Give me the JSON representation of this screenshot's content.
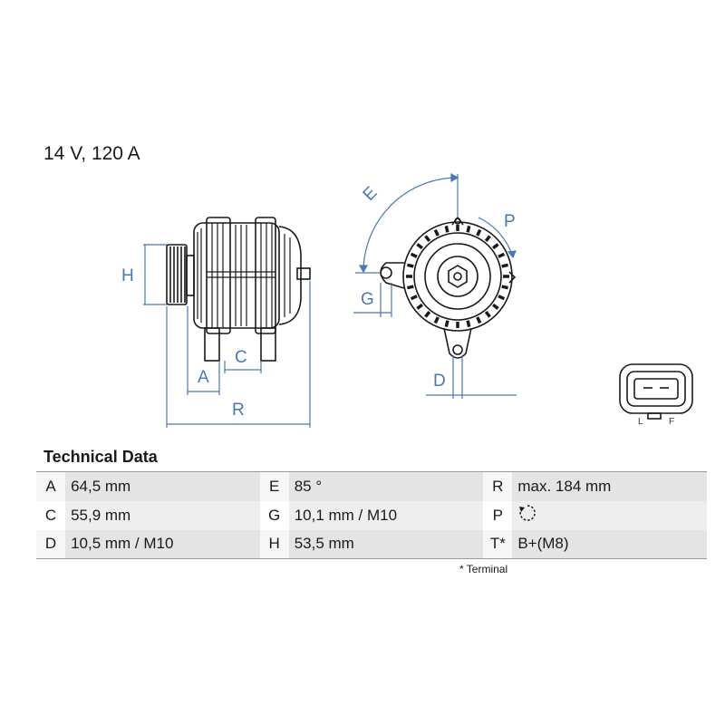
{
  "header": {
    "spec": "14 V, 120 A"
  },
  "drawing": {
    "side_view_labels": {
      "H": "H",
      "A": "A",
      "C": "C",
      "R": "R"
    },
    "front_view_labels": {
      "E": "E",
      "P": "P",
      "G": "G",
      "D": "D"
    },
    "connector_labels": {
      "L": "L",
      "F": "F"
    },
    "colors": {
      "dimension": "#4a78b4",
      "outline": "#1a1a1a"
    }
  },
  "technical_data": {
    "heading": "Technical Data",
    "rows": [
      [
        {
          "key": "A",
          "value": "64,5 mm"
        },
        {
          "key": "E",
          "value": "85 °"
        },
        {
          "key": "R",
          "value": "max. 184 mm"
        }
      ],
      [
        {
          "key": "C",
          "value": "55,9 mm"
        },
        {
          "key": "G",
          "value": "10,1 mm / M10"
        },
        {
          "key": "P",
          "value": "",
          "icon": "clockwise-rotation-icon"
        }
      ],
      [
        {
          "key": "D",
          "value": "10,5 mm / M10"
        },
        {
          "key": "H",
          "value": "53,5 mm"
        },
        {
          "key": "T*",
          "value": "B+(M8)"
        }
      ]
    ],
    "footnote": "* Terminal"
  }
}
